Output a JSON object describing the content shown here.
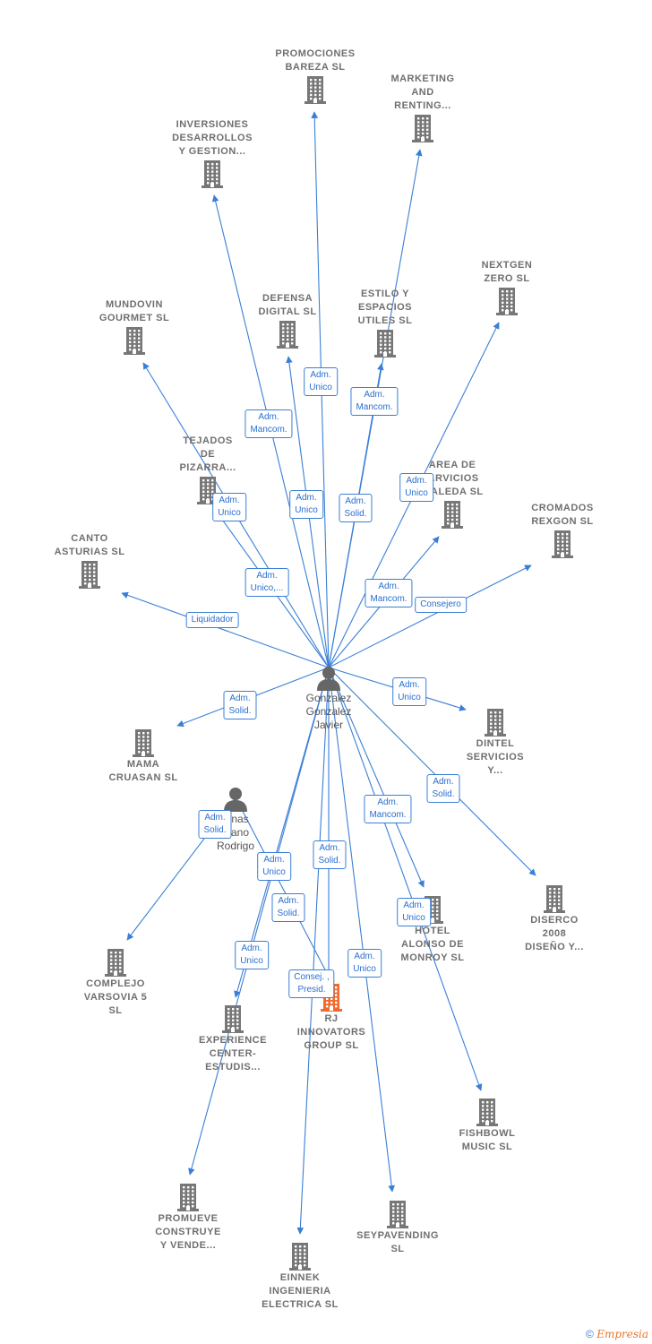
{
  "diagram": {
    "colors": {
      "edge": "#3a7fd6",
      "company_icon": "#777777",
      "highlight_icon": "#f26a2e",
      "person_icon": "#666666"
    },
    "people": [
      {
        "id": "p1",
        "label": "Gonzalez\nGonzalez\nJavier",
        "icon": "person-icon"
      },
      {
        "id": "p2",
        "label": "...nas\n...ano\nRodrigo",
        "icon": "person-icon"
      }
    ],
    "companies": [
      {
        "id": "c1",
        "label": "PROMOCIONES\nBAREZA SL",
        "icon": "building-icon"
      },
      {
        "id": "c2",
        "label": "MARKETING\nAND\nRENTING...",
        "icon": "building-icon"
      },
      {
        "id": "c3",
        "label": "INVERSIONES\nDESARROLLOS\nY GESTION...",
        "icon": "building-icon"
      },
      {
        "id": "c4",
        "label": "NEXTGEN\nZERO SL",
        "icon": "building-icon"
      },
      {
        "id": "c5",
        "label": "MUNDOVIN\nGOURMET SL",
        "icon": "building-icon"
      },
      {
        "id": "c6",
        "label": "DEFENSA\nDIGITAL SL",
        "icon": "building-icon"
      },
      {
        "id": "c7",
        "label": "ESTILO Y\nESPACIOS\nUTILES SL",
        "icon": "building-icon"
      },
      {
        "id": "c8",
        "label": "TEJADOS\nDE\nPIZARRA...",
        "icon": "building-icon"
      },
      {
        "id": "c9",
        "label": "AREA DE\n...RVICIOS\n...ALEDA SL",
        "icon": "building-icon"
      },
      {
        "id": "c10",
        "label": "CROMADOS\nREXGON SL",
        "icon": "building-icon"
      },
      {
        "id": "c11",
        "label": "CANTO\nASTURIAS SL",
        "icon": "building-icon"
      },
      {
        "id": "c12",
        "label": "MAMA\nCRUASAN SL",
        "icon": "building-icon"
      },
      {
        "id": "c13",
        "label": "DINTEL\nSERVICIOS\nY...",
        "icon": "building-icon"
      },
      {
        "id": "c14",
        "label": "DISERCO\n2008\nDISEÑO Y...",
        "icon": "building-icon"
      },
      {
        "id": "c15",
        "label": "HOTEL\nALONSO DE\nMONROY SL",
        "icon": "building-icon"
      },
      {
        "id": "c16",
        "label": "COMPLEJO\nVARSOVIA 5\nSL",
        "icon": "building-icon"
      },
      {
        "id": "c17",
        "label": "EXPERIENCE\nCENTER-\nESTUDIS...",
        "icon": "building-icon"
      },
      {
        "id": "c18",
        "label": "RJ\nINNOVATORS\nGROUP SL",
        "icon": "building-icon-highlight"
      },
      {
        "id": "c19",
        "label": "FISHBOWL\nMUSIC SL",
        "icon": "building-icon"
      },
      {
        "id": "c20",
        "label": "PROMUEVE\nCONSTRUYE\nY VENDE...",
        "icon": "building-icon"
      },
      {
        "id": "c21",
        "label": "SEYPAVENDING SL",
        "icon": "building-icon"
      },
      {
        "id": "c22",
        "label": "EINNEK\nINGENIERIA\nELECTRICA SL",
        "icon": "building-icon"
      }
    ],
    "edges": [
      {
        "from": "p1",
        "to": "c1",
        "label": "Adm.\nUnico"
      },
      {
        "from": "p1",
        "to": "c2",
        "label": "Adm.\nMancom."
      },
      {
        "from": "p1",
        "to": "c3",
        "label": "Adm.\nMancom."
      },
      {
        "from": "p1",
        "to": "c4",
        "label": "Adm.\nUnico"
      },
      {
        "from": "p1",
        "to": "c5",
        "label": "Adm.\nUnico"
      },
      {
        "from": "p1",
        "to": "c6",
        "label": "Adm.\nUnico"
      },
      {
        "from": "p1",
        "to": "c7",
        "label": "Adm.\nSolid."
      },
      {
        "from": "p1",
        "to": "c8",
        "label": "Adm.\nUnico,..."
      },
      {
        "from": "p1",
        "to": "c9",
        "label": "Adm.\nMancom."
      },
      {
        "from": "p1",
        "to": "c10",
        "label": "Consejero"
      },
      {
        "from": "p1",
        "to": "c11",
        "label": "Liquidador"
      },
      {
        "from": "p1",
        "to": "c12",
        "label": "Adm.\nSolid."
      },
      {
        "from": "p1",
        "to": "c13",
        "label": "Adm.\nUnico"
      },
      {
        "from": "p1",
        "to": "c14",
        "label": "Adm.\nSolid."
      },
      {
        "from": "p1",
        "to": "c15",
        "label": "Adm.\nMancom."
      },
      {
        "from": "p1",
        "to": "c17",
        "label": "Adm.\nUnico"
      },
      {
        "from": "p1",
        "to": "c18",
        "label": "Adm.\nSolid."
      },
      {
        "from": "p1",
        "to": "c19",
        "label": "Adm.\nUnico"
      },
      {
        "from": "p1",
        "to": "c20",
        "label": "Adm.\nUnico"
      },
      {
        "from": "p1",
        "to": "c21",
        "label": "Adm.\nUnico"
      },
      {
        "from": "p1",
        "to": "c22",
        "label": "Adm.\nSolid."
      },
      {
        "from": "p2",
        "to": "c16",
        "label": "Adm.\nSolid."
      },
      {
        "from": "p2",
        "to": "c18",
        "label": "Consej. ,\nPresid."
      }
    ]
  },
  "footer": {
    "copyright": "©",
    "brand": "Empresia"
  }
}
